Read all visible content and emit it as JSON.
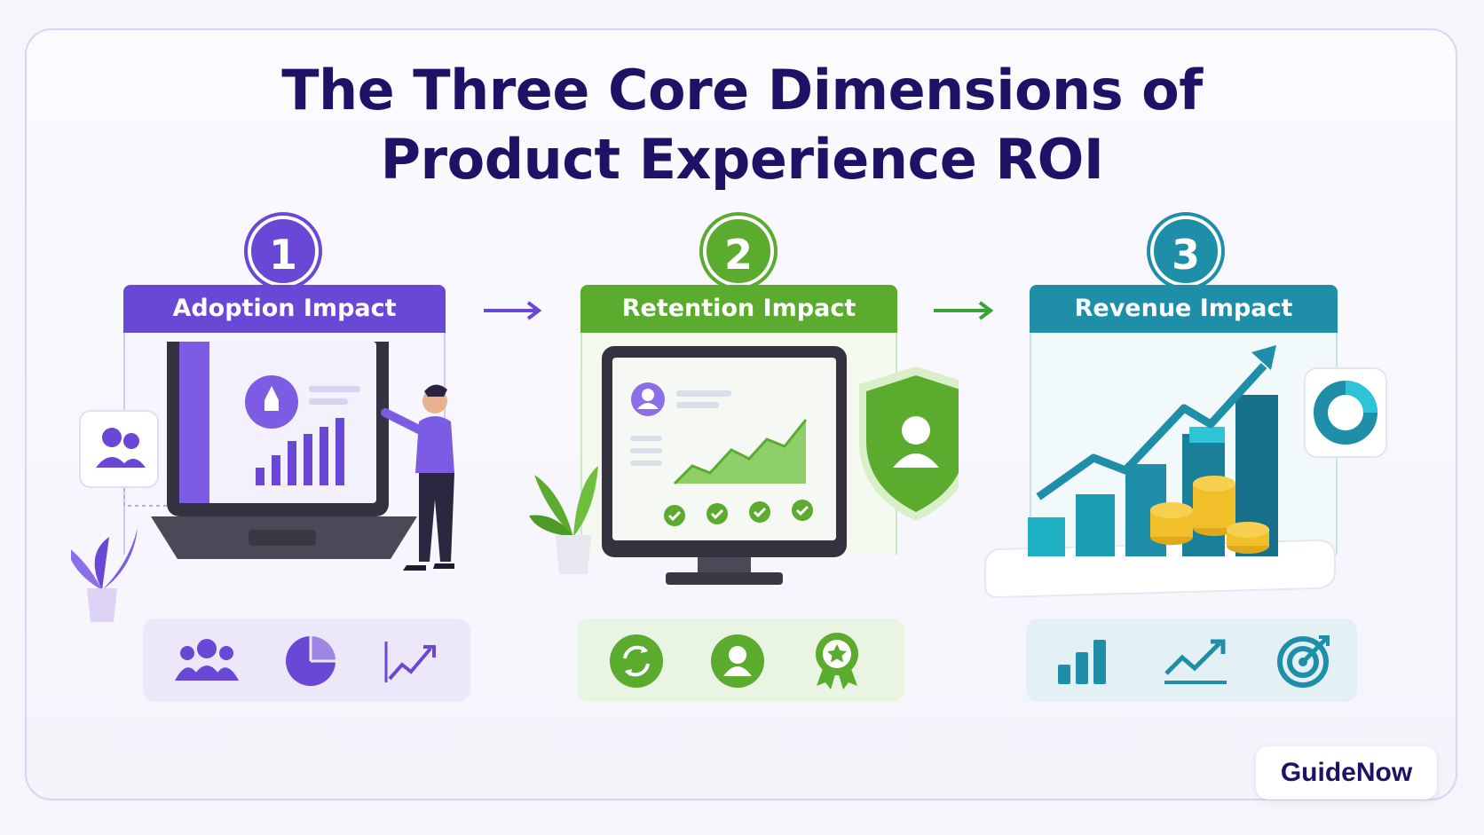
{
  "title": {
    "line1": "The Three Core Dimensions of",
    "line2": "Product Experience ROI"
  },
  "colors": {
    "adoption": "#6a48d6",
    "retention": "#5aab2e",
    "revenue": "#1f8ea8",
    "title": "#1e1266"
  },
  "dimensions": [
    {
      "number": "1",
      "label": "Adoption Impact",
      "icons": [
        "users-icon",
        "pie-chart-icon",
        "trend-up-icon"
      ]
    },
    {
      "number": "2",
      "label": "Retention Impact",
      "icons": [
        "refresh-icon",
        "user-circle-icon",
        "award-badge-icon"
      ]
    },
    {
      "number": "3",
      "label": "Revenue Impact",
      "icons": [
        "bar-chart-icon",
        "trend-line-icon",
        "target-icon"
      ]
    }
  ],
  "brand": {
    "name_part1": "Guide",
    "name_part2": "Now"
  }
}
